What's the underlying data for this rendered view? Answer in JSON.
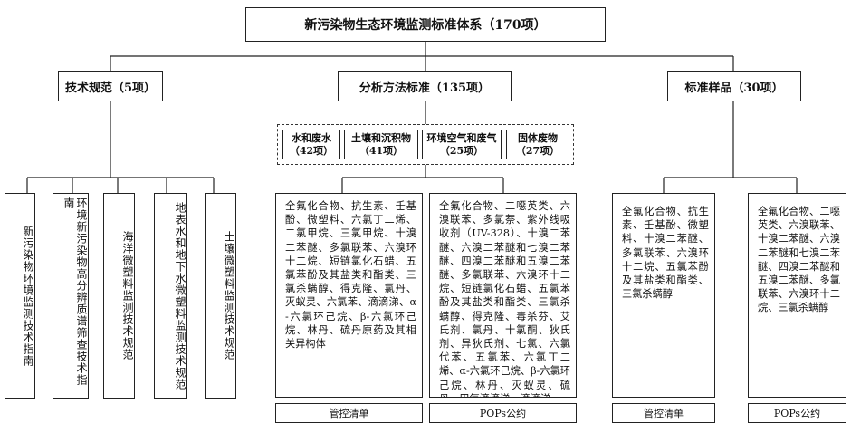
{
  "root": "新污染物生态环境监测标准体系（170项）",
  "categories": {
    "tech": "技术规范（5项）",
    "method": "分析方法标准（135项）",
    "samples": "标准样品（30项）"
  },
  "tech_items": [
    "新污染物环境监测技术指南",
    "环境新污染物高分辨质谱筛查技术指南",
    "海洋微塑料监测技术规范",
    "地表水和地下水微塑料监测技术规范",
    "土壤微塑料监测技术规范"
  ],
  "media": [
    {
      "name": "水和废水",
      "count": "（42项）"
    },
    {
      "name": "土壤和沉积物",
      "count": "（41项）"
    },
    {
      "name": "环境空气和废气",
      "count": "（25项）"
    },
    {
      "name": "固体废物",
      "count": "（27项）"
    }
  ],
  "lists": [
    {
      "text": "全氟化合物、抗生素、壬基酚、微塑料、六氯丁二烯、二氯甲烷、三氯甲烷、十溴二苯醚、多氯联苯、六溴环十二烷、短链氯化石蜡、五氯苯酚及其盐类和酯类、三氯杀螨醇、得克隆、氯丹、灭蚁灵、六氯苯、滴滴涕、α-六氯环己烷、β-六氯环己烷、林丹、硫丹原药及其相关异构体",
      "label": "管控清单"
    },
    {
      "text": "全氟化合物、二噁英类、六溴联苯、多氯萘、紫外线吸收剂（UV-328）、十溴二苯醚、六溴二苯醚和七溴二苯醚、四溴二苯醚和五溴二苯醚、多氯联苯、六溴环十二烷、短链氯化石蜡、五氯苯酚及其盐类和酯类、三氯杀螨醇、得克隆、毒杀芬、艾氏剂、氯丹、十氯酮、狄氏剂、异狄氏剂、七氯、六氯代苯、五氯苯、六氯丁二烯、α-六氯环己烷、β-六氯环己烷、林丹、灭蚁灵、硫丹、甲氧滴滴涕、滴滴涕",
      "label": "POPs公约"
    },
    {
      "text": "全氟化合物、抗生素、壬基酚、微塑料、十溴二苯醚、多氯联苯、六溴环十二烷、五氯苯酚及其盐类和酯类、三氯杀螨醇",
      "label": "管控清单"
    },
    {
      "text": "全氟化合物、二噁英类、六溴联苯、十溴二苯醚、六溴二苯醚和七溴二苯醚、四溴二苯醚和五溴二苯醚、多氯联苯、六溴环十二烷、三氯杀螨醇",
      "label": "POPs公约"
    }
  ]
}
